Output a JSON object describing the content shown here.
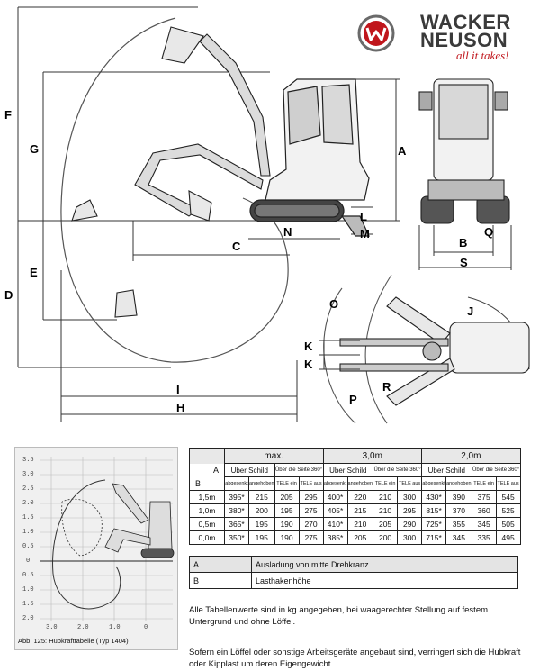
{
  "dimension_labels": {
    "A": "A",
    "B": "B",
    "C": "C",
    "D": "D",
    "E": "E",
    "F": "F",
    "G": "G",
    "H": "H",
    "I": "I",
    "J": "J",
    "K1": "K",
    "K2": "K",
    "L": "L",
    "M": "M",
    "N": "N",
    "O": "O",
    "P": "P",
    "Q": "Q",
    "R": "R",
    "S": "S"
  },
  "logo": {
    "line1": "WACKER",
    "line2": "NEUSON",
    "tagline": "all it takes!",
    "brand_color": "#c0161c"
  },
  "lift_table": {
    "group_headers": [
      "max.",
      "3,0m",
      "2,0m"
    ],
    "corner_a": "A",
    "corner_b": "B",
    "sub_headers": {
      "ueber_schild": "Über Schild",
      "ueber_seite": "Über die Seite 360°"
    },
    "col_headers": [
      "abgesenkt",
      "angehoben",
      "TELE ein",
      "TELE aus"
    ],
    "rows": [
      {
        "b": "1,5m",
        "cells": [
          "395*",
          "215",
          "205",
          "295",
          "400*",
          "220",
          "210",
          "300",
          "430*",
          "390",
          "375",
          "545"
        ]
      },
      {
        "b": "1,0m",
        "cells": [
          "380*",
          "200",
          "195",
          "275",
          "405*",
          "215",
          "210",
          "295",
          "815*",
          "370",
          "360",
          "525"
        ]
      },
      {
        "b": "0,5m",
        "cells": [
          "365*",
          "195",
          "190",
          "270",
          "410*",
          "210",
          "205",
          "290",
          "725*",
          "355",
          "345",
          "505"
        ]
      },
      {
        "b": "0,0m",
        "cells": [
          "350*",
          "195",
          "190",
          "275",
          "385*",
          "205",
          "200",
          "300",
          "715*",
          "345",
          "335",
          "495"
        ]
      }
    ]
  },
  "legend": [
    {
      "key": "A",
      "text": "Ausladung von mitte Drehkranz"
    },
    {
      "key": "B",
      "text": "Lasthakenhöhe"
    }
  ],
  "notes": [
    "Alle Tabellenwerte sind in kg angegeben, bei waagerechter Stellung auf festem Untergrund und ohne Löffel.",
    "Sofern ein Löffel oder sonstige Arbeitsgeräte angebaut sind, verringert sich die Hubkraft oder Kipplast um deren Eigengewicht."
  ],
  "small_chart": {
    "caption": "Abb. 125: Hubkrafttabelle (Typ 1404)",
    "y_ticks": [
      "3.5",
      "3.0",
      "2.5",
      "2.0",
      "1.5",
      "1.0",
      "0.5",
      "0",
      "0.5",
      "1.0",
      "1.5",
      "2.0"
    ],
    "x_ticks": [
      "3.0",
      "2.0",
      "1.0",
      "0"
    ]
  }
}
